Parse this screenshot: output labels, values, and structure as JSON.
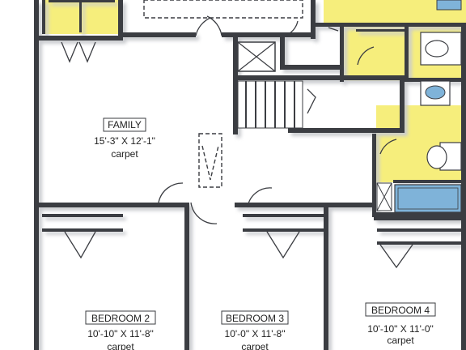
{
  "plan": {
    "rooms": [
      {
        "id": "family",
        "name": "FAMILY",
        "dimensions": "15'-3\" X 12'-1\"",
        "flooring": "carpet"
      },
      {
        "id": "bedroom-2",
        "name": "BEDROOM 2",
        "dimensions": "10'-10\" X 11'-8\"",
        "flooring": "carpet"
      },
      {
        "id": "bedroom-3",
        "name": "BEDROOM 3",
        "dimensions": "10'-0\" X 11'-8\"",
        "flooring": "carpet"
      },
      {
        "id": "bedroom-4",
        "name": "BEDROOM 4",
        "dimensions": "10'-10\" X 11'-0\"",
        "flooring": "carpet"
      }
    ],
    "colors": {
      "wet_area": "#f6ee7c",
      "bathtub": "#7fb3d9",
      "wall": "#3b3d42",
      "shadow": "#d9dadd",
      "floor": "#ffffff"
    }
  }
}
